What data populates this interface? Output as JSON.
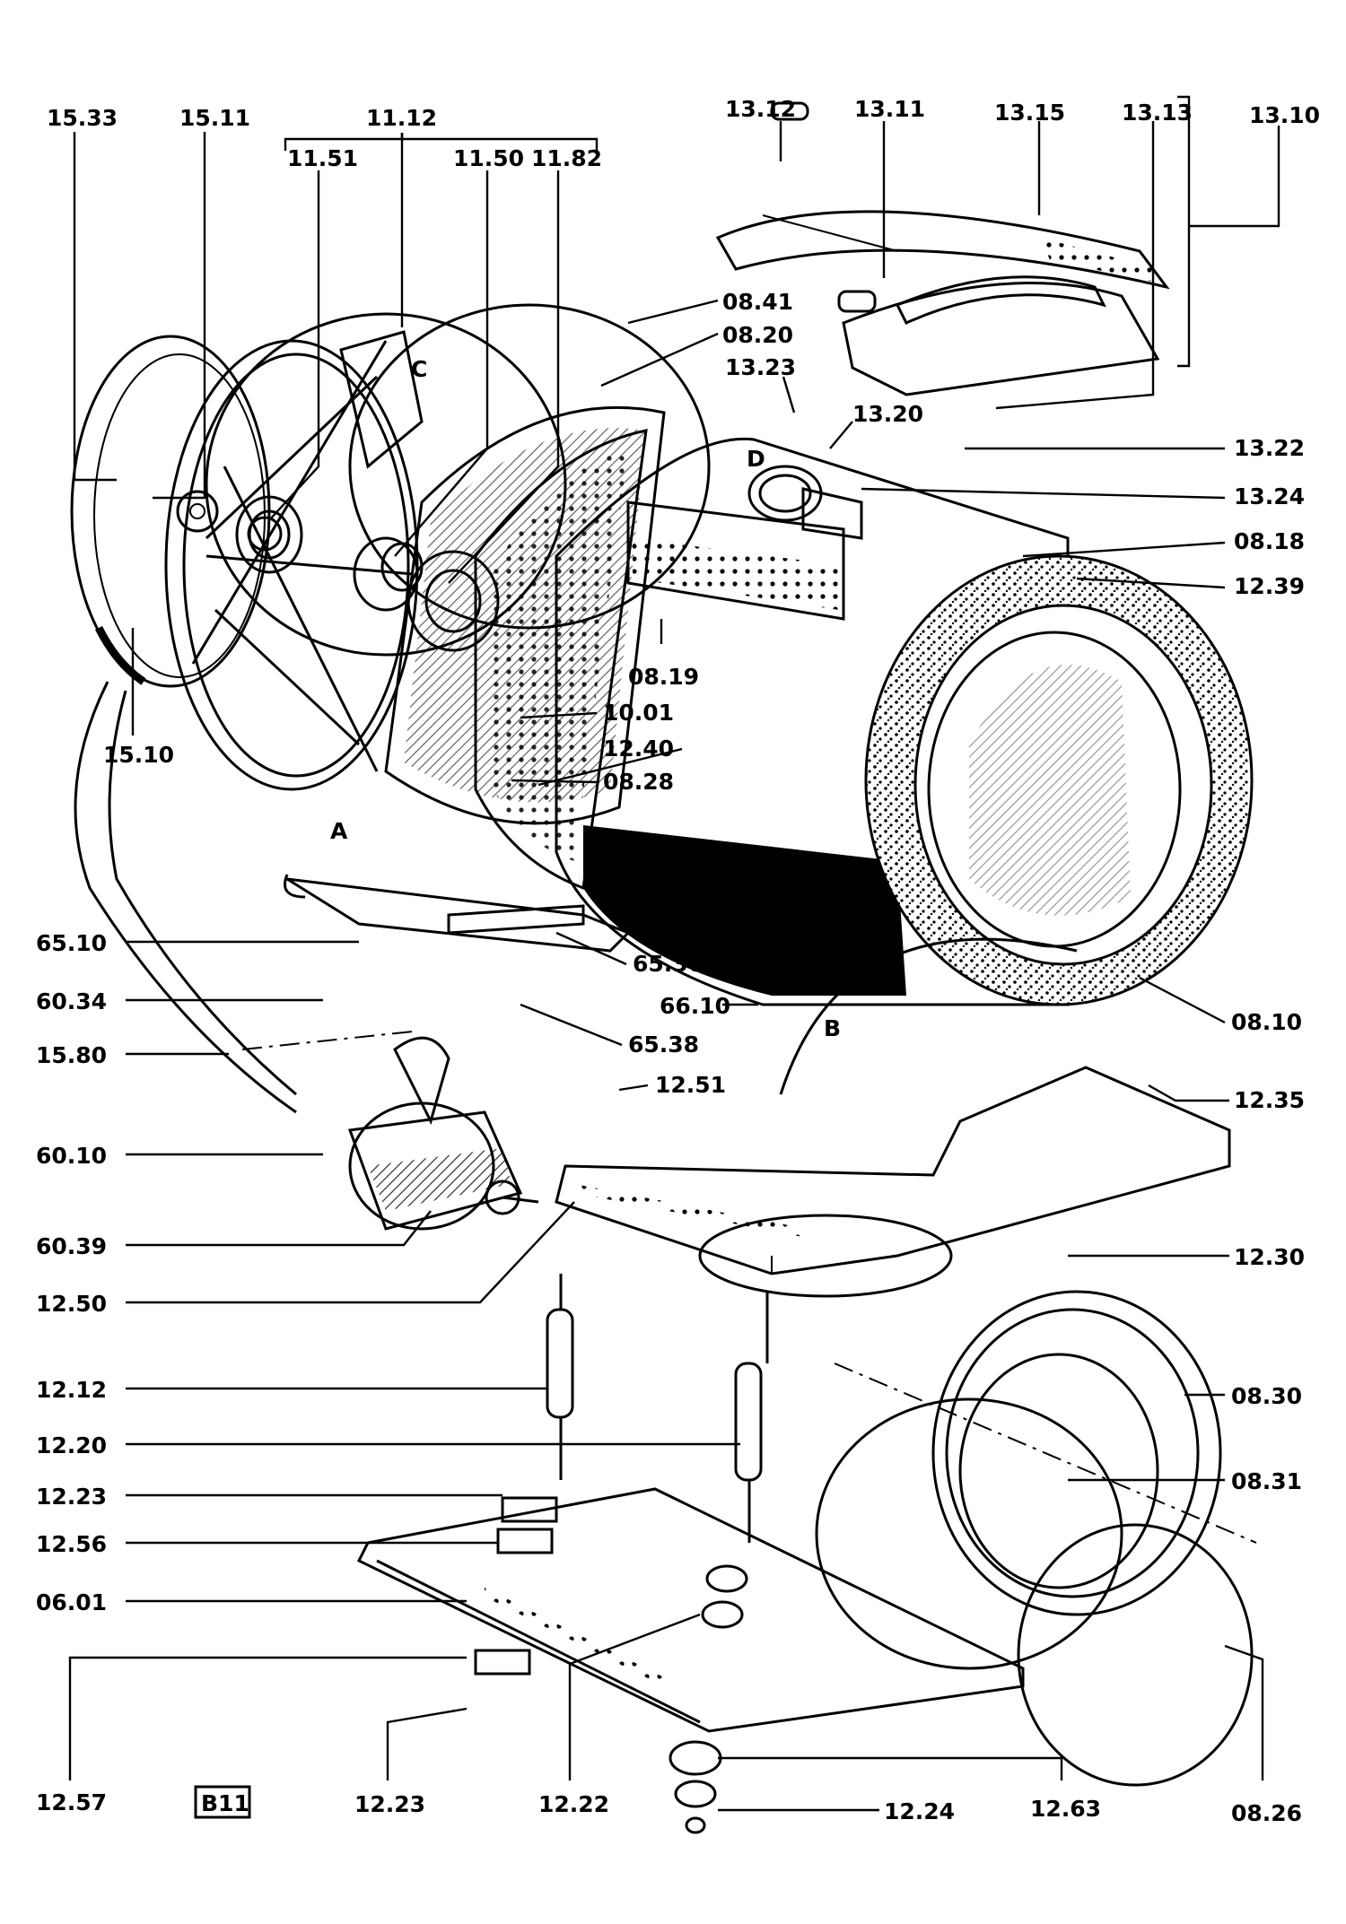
{
  "diagram": {
    "badge": "B11",
    "labels": {
      "l_15_33": "15.33",
      "l_15_11": "15.11",
      "l_11_12": "11.12",
      "l_11_51": "11.51",
      "l_11_50": "11.50",
      "l_11_82": "11.82",
      "l_13_12": "13.12",
      "l_13_11": "13.11",
      "l_13_15": "13.15",
      "l_13_13": "13.13",
      "l_13_10": "13.10",
      "l_08_41": "08.41",
      "l_08_20": "08.20",
      "l_13_23": "13.23",
      "l_13_20": "13.20",
      "l_13_22": "13.22",
      "l_13_24": "13.24",
      "l_08_18": "08.18",
      "l_12_39": "12.39",
      "l_08_19": "08.19",
      "l_10_01": "10.01",
      "l_12_40": "12.40",
      "l_08_28": "08.28",
      "l_15_10": "15.10",
      "l_65_10": "65.10",
      "l_65_36": "65.36",
      "l_60_34": "60.34",
      "l_66_10": "66.10",
      "l_65_38": "65.38",
      "l_08_10": "08.10",
      "l_15_80": "15.80",
      "l_12_51": "12.51",
      "l_12_35": "12.35",
      "l_60_10": "60.10",
      "l_60_39": "60.39",
      "l_12_30": "12.30",
      "l_12_50": "12.50",
      "l_12_12": "12.12",
      "l_08_30": "08.30",
      "l_12_20": "12.20",
      "l_08_31": "08.31",
      "l_12_23a": "12.23",
      "l_12_56": "12.56",
      "l_06_01": "06.01",
      "l_12_57": "12.57",
      "l_12_23b": "12.23",
      "l_12_22": "12.22",
      "l_12_24": "12.24",
      "l_12_63": "12.63",
      "l_08_26": "08.26",
      "l_A": "A",
      "l_B": "B",
      "l_C": "C",
      "l_D": "D"
    }
  }
}
